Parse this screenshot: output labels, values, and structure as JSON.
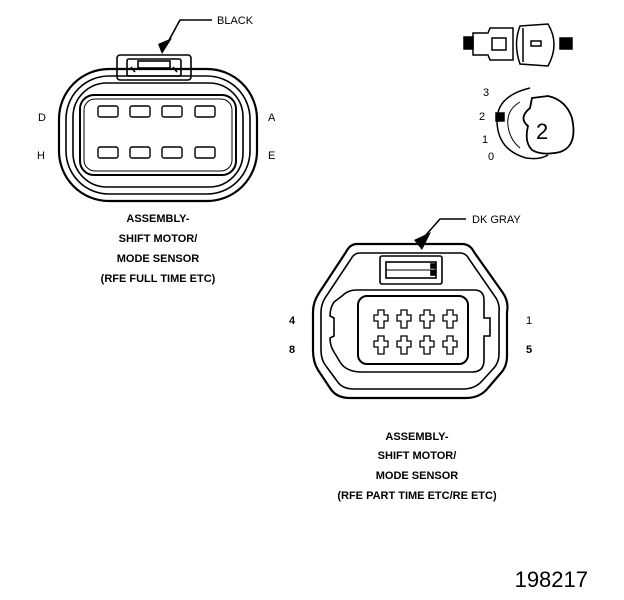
{
  "connector1": {
    "color_label": "BLACK",
    "pin_labels": {
      "top_left": "D",
      "bottom_left": "H",
      "top_right": "A",
      "bottom_right": "E"
    },
    "caption": [
      "ASSEMBLY-",
      "SHIFT MOTOR/",
      "MODE SENSOR",
      "(RFE FULL TIME ETC)"
    ]
  },
  "connector2": {
    "color_label": "DK GRAY",
    "pin_labels": {
      "top_left": "4",
      "bottom_left": "8",
      "top_right": "1",
      "bottom_right": "5"
    },
    "caption": [
      "ASSEMBLY-",
      "SHIFT MOTOR/",
      "MODE SENSOR",
      "(RFE PART TIME ETC/RE ETC)"
    ]
  },
  "sensor_detail": {
    "position_labels": [
      "3",
      "2",
      "1",
      "0"
    ],
    "dial_value": "2"
  },
  "figure_number": "198217"
}
